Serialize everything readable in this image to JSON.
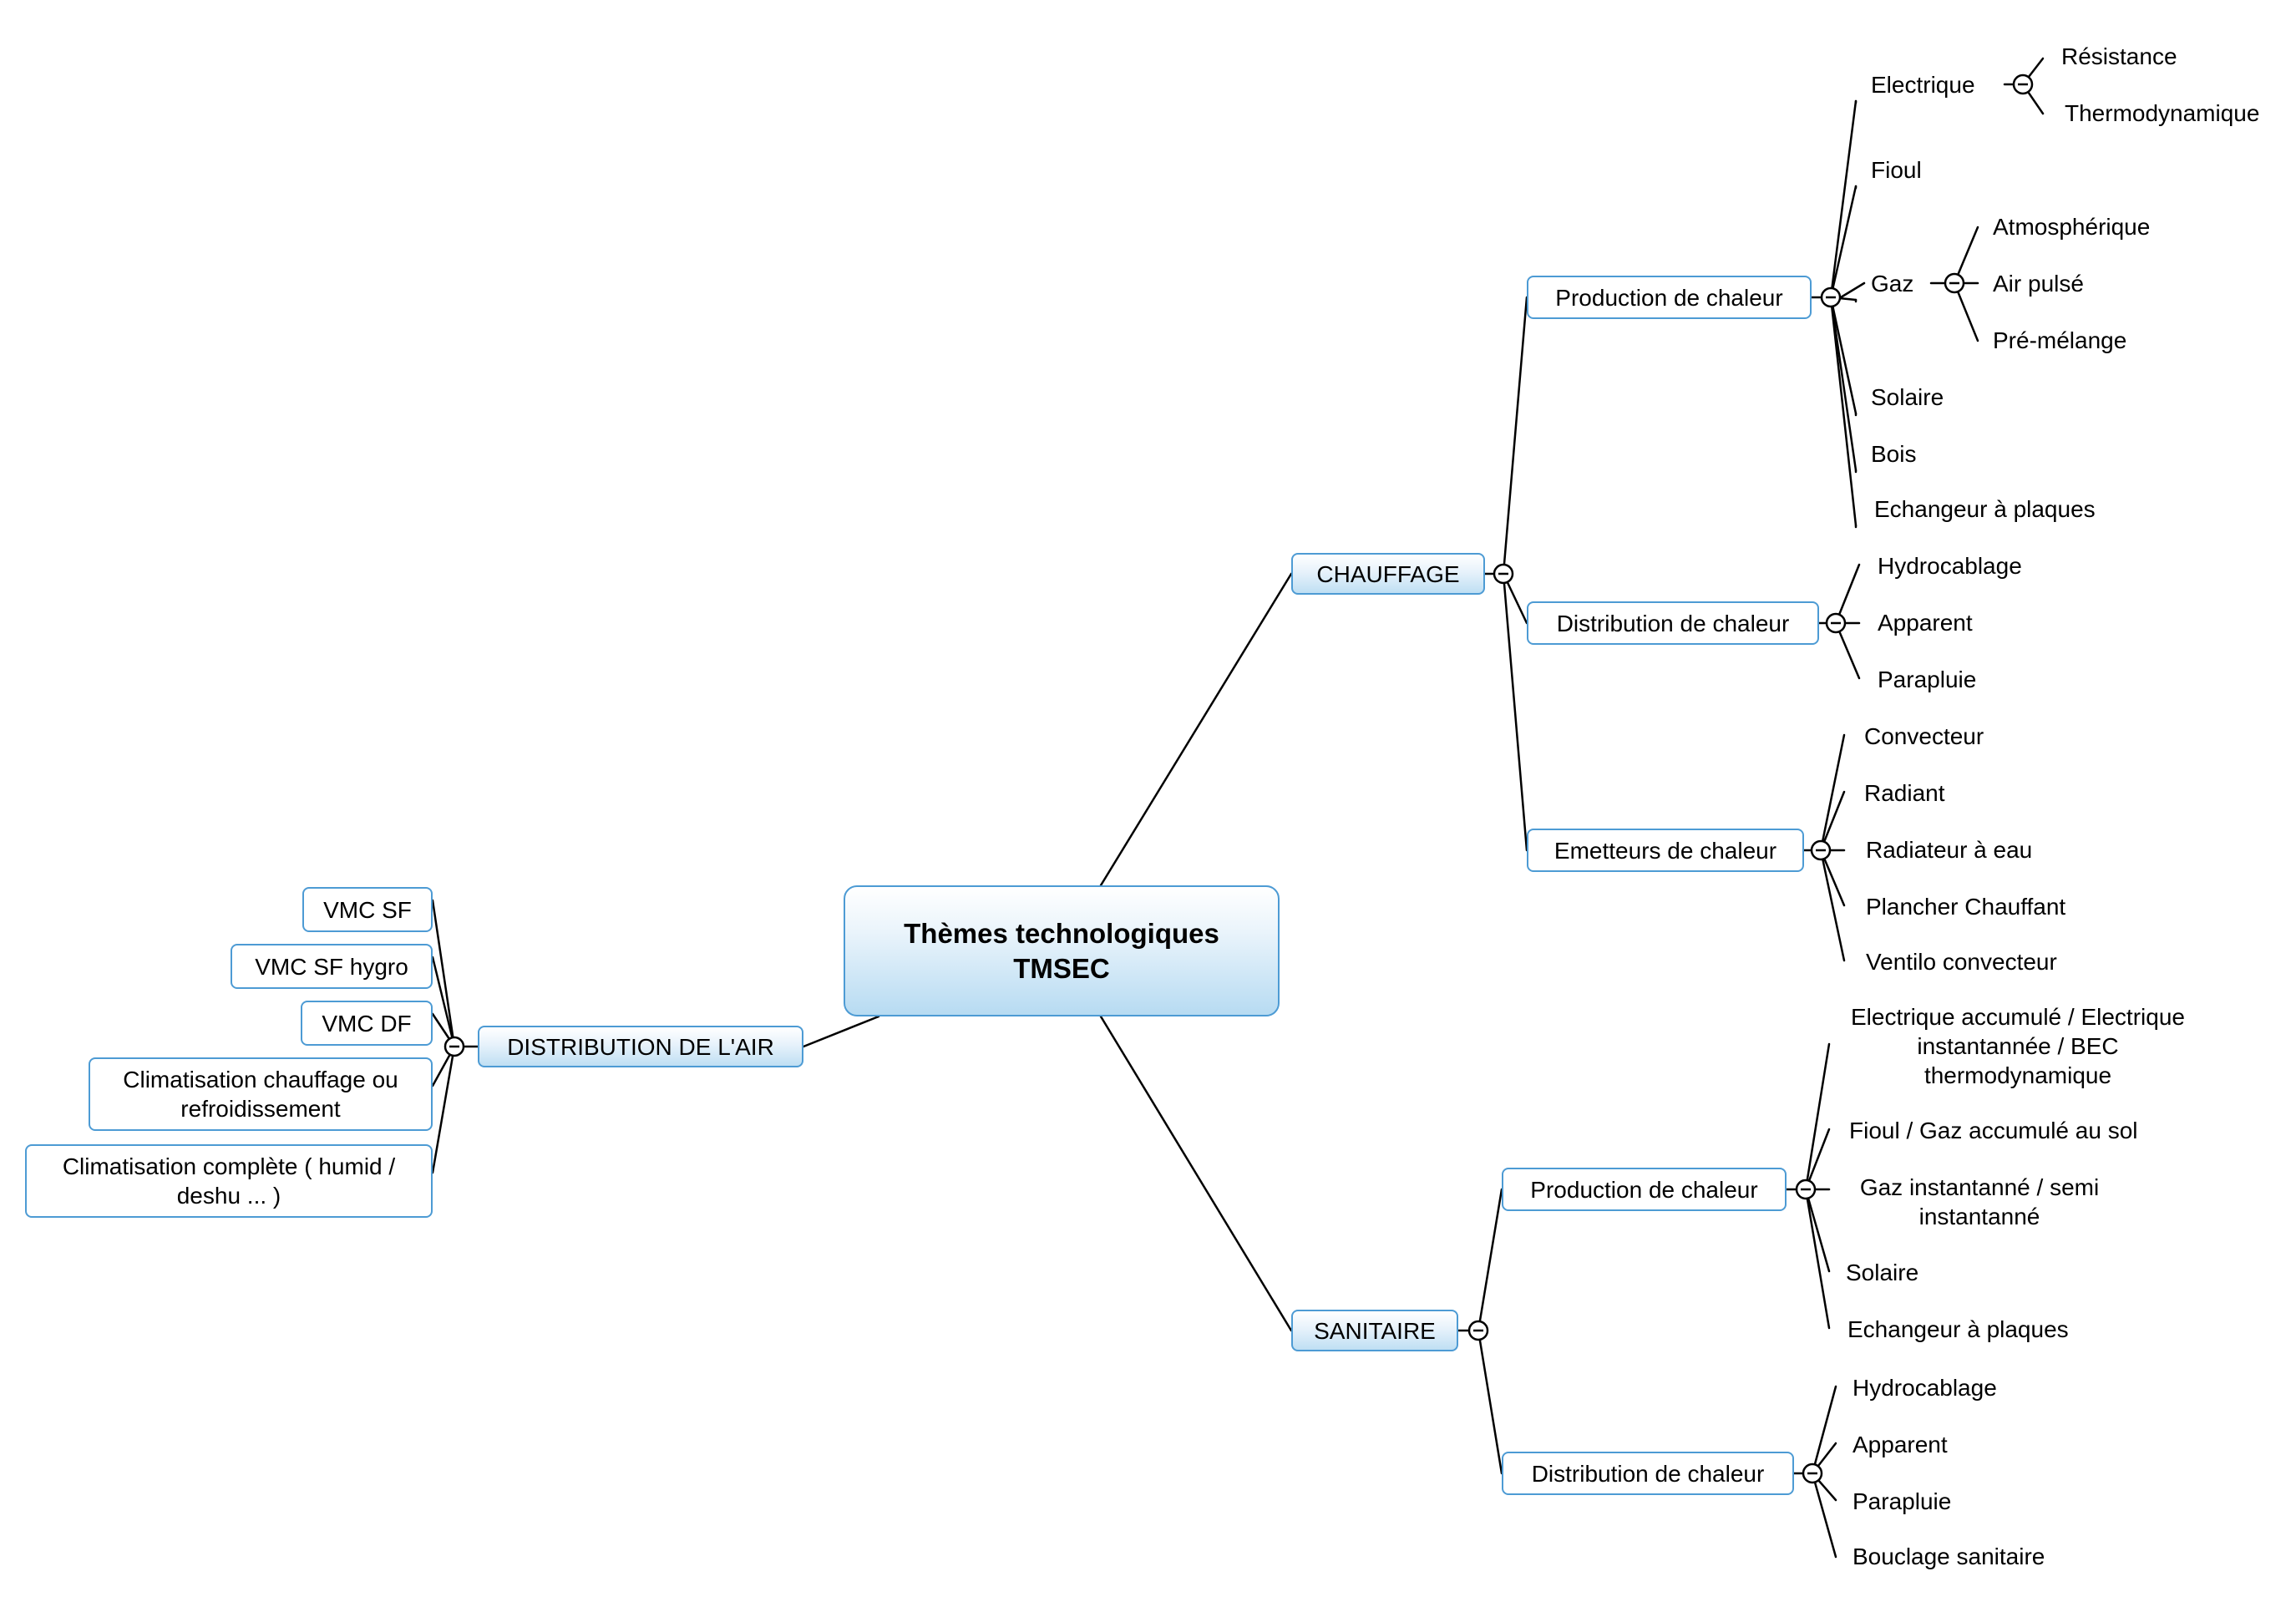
{
  "root": {
    "line1": "Thèmes technologiques",
    "line2": "TMSEC"
  },
  "chauffage": {
    "label": "CHAUFFAGE",
    "production": {
      "label": "Production de chaleur",
      "electrique": {
        "label": "Electrique",
        "children": [
          "Résistance",
          "Thermodynamique"
        ]
      },
      "fioul": "Fioul",
      "gaz": {
        "label": "Gaz",
        "children": [
          "Atmosphérique",
          "Air pulsé",
          "Pré-mélange"
        ]
      },
      "solaire": "Solaire",
      "bois": "Bois",
      "echangeur": "Echangeur à plaques"
    },
    "distribution": {
      "label": "Distribution de chaleur",
      "children": [
        "Hydrocablage",
        "Apparent",
        "Parapluie"
      ]
    },
    "emetteurs": {
      "label": "Emetteurs de chaleur",
      "children": [
        "Convecteur",
        "Radiant",
        "Radiateur à eau",
        "Plancher Chauffant",
        "Ventilo convecteur"
      ]
    }
  },
  "sanitaire": {
    "label": "SANITAIRE",
    "production": {
      "label": "Production de chaleur",
      "children": [
        "Electrique accumulé / Electrique instantannée / BEC thermodynamique",
        "Fioul / Gaz accumulé au sol",
        "Gaz instantanné / semi instantanné",
        "Solaire",
        "Echangeur à plaques"
      ]
    },
    "distribution": {
      "label": "Distribution de chaleur",
      "children": [
        "Hydrocablage",
        "Apparent",
        "Parapluie",
        "Bouclage sanitaire"
      ]
    }
  },
  "air": {
    "label": "DISTRIBUTION DE L'AIR",
    "children": [
      "VMC SF",
      "VMC SF hygro",
      "VMC DF",
      "Climatisation chauffage ou refroidissement",
      "Climatisation complète ( humid / deshu ... )"
    ]
  },
  "colors": {
    "border": "#4d9bd4",
    "line": "#000000"
  },
  "icons": {
    "collapse": "minus-circle-icon"
  }
}
